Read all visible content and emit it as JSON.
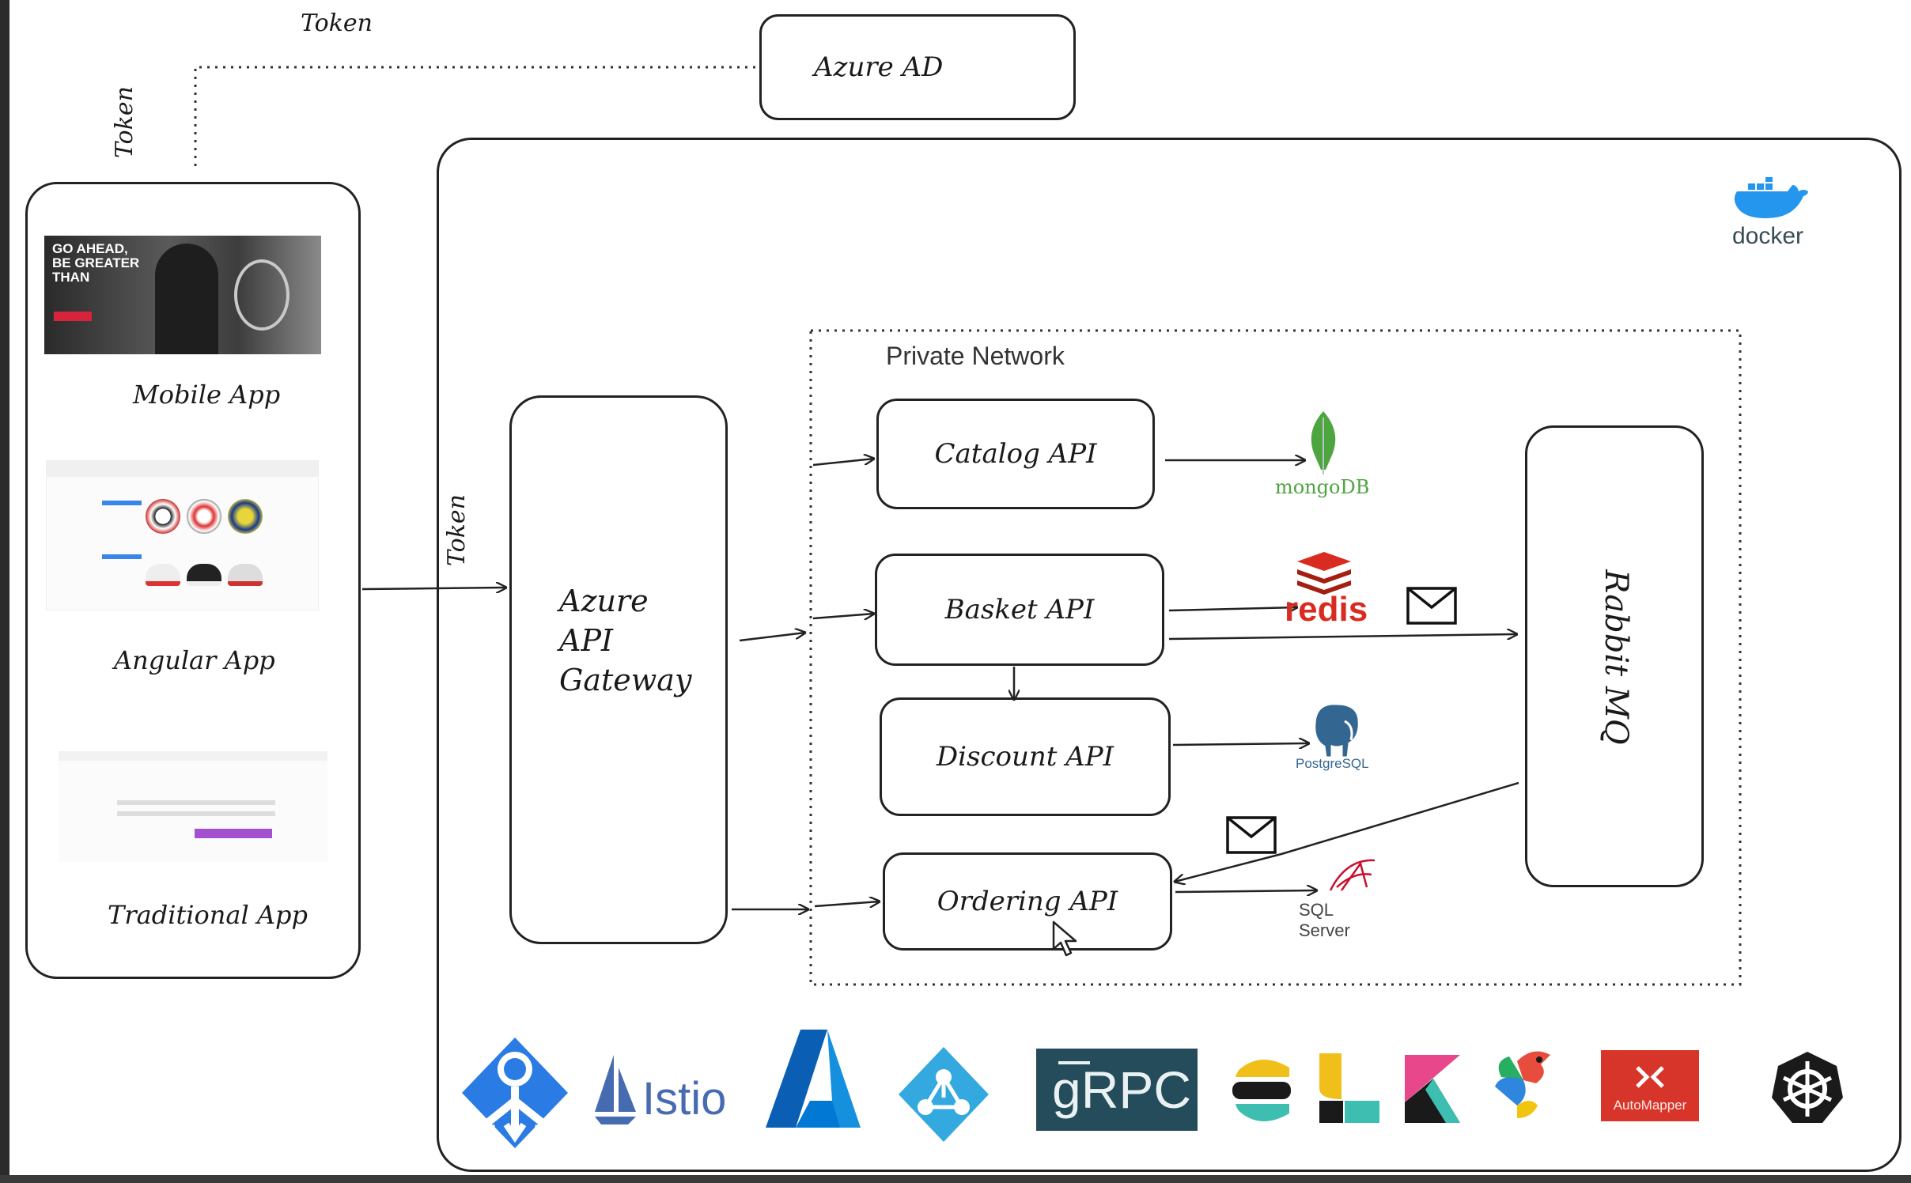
{
  "identity": {
    "label": "Azure AD"
  },
  "token_labels": {
    "top": "Token",
    "vertical_left": "Token",
    "vertical_gateway": "Token"
  },
  "clients": {
    "mobile": "Mobile App",
    "angular": "Angular App",
    "traditional": "Traditional App",
    "mobile_banner": "GO AHEAD, BE GREATER THAN"
  },
  "gateway": {
    "line1": "Azure",
    "line2": "API",
    "line3": "Gateway"
  },
  "network": {
    "label": "Private Network"
  },
  "services": {
    "catalog": "Catalog API",
    "basket": "Basket API",
    "discount": "Discount API",
    "ordering": "Ordering API"
  },
  "databases": {
    "mongo": "mongoDB",
    "redis": "redis",
    "postgres": "PostgreSQL",
    "sqlserver": "SQL Server"
  },
  "broker": {
    "label": "Rabbit MQ"
  },
  "container": {
    "label": "docker"
  },
  "tech_logos": {
    "istio": "Istio",
    "grpc": "gRPC",
    "automapper": "AutoMapper"
  },
  "colors": {
    "mongo_green": "#4DA53F",
    "redis_red": "#D82C20",
    "postgres_blue": "#336791",
    "sqlserver_red": "#C8102E",
    "docker_blue": "#2496ED",
    "azure_blue": "#0078D4",
    "grpc_teal": "#244C5A",
    "automapper_red": "#D8352A",
    "k8s_black": "#1a1a1a"
  }
}
